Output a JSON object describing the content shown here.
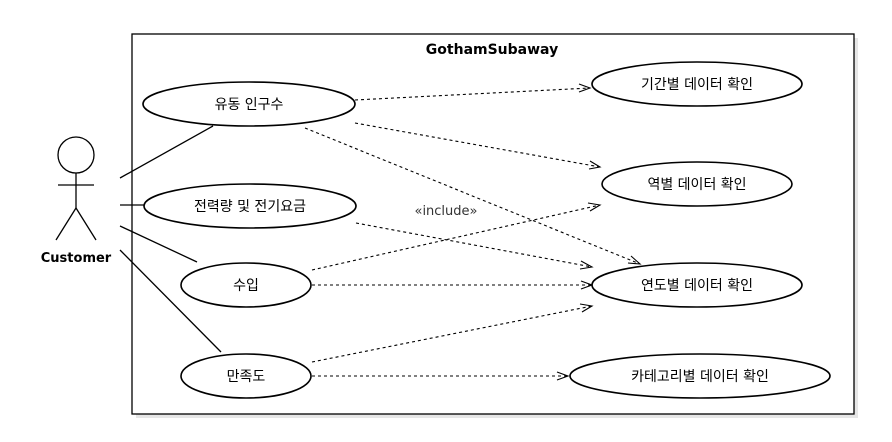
{
  "system": {
    "title": "GothamSubaway"
  },
  "actor": {
    "name": "Customer"
  },
  "stereotype": "«include»",
  "use_cases": {
    "floating_population": "유동 인구수",
    "power_usage": "전력량 및 전기요금",
    "revenue": "수입",
    "satisfaction": "만족도",
    "by_period": "기간별 데이터 확인",
    "by_station": "역별 데이터 확인",
    "by_year": "연도별 데이터 확인",
    "by_category": "카테고리별 데이터 확인"
  },
  "colors": {
    "stroke": "#000000",
    "background": "#ffffff",
    "shadow": "#e6e6e6"
  }
}
